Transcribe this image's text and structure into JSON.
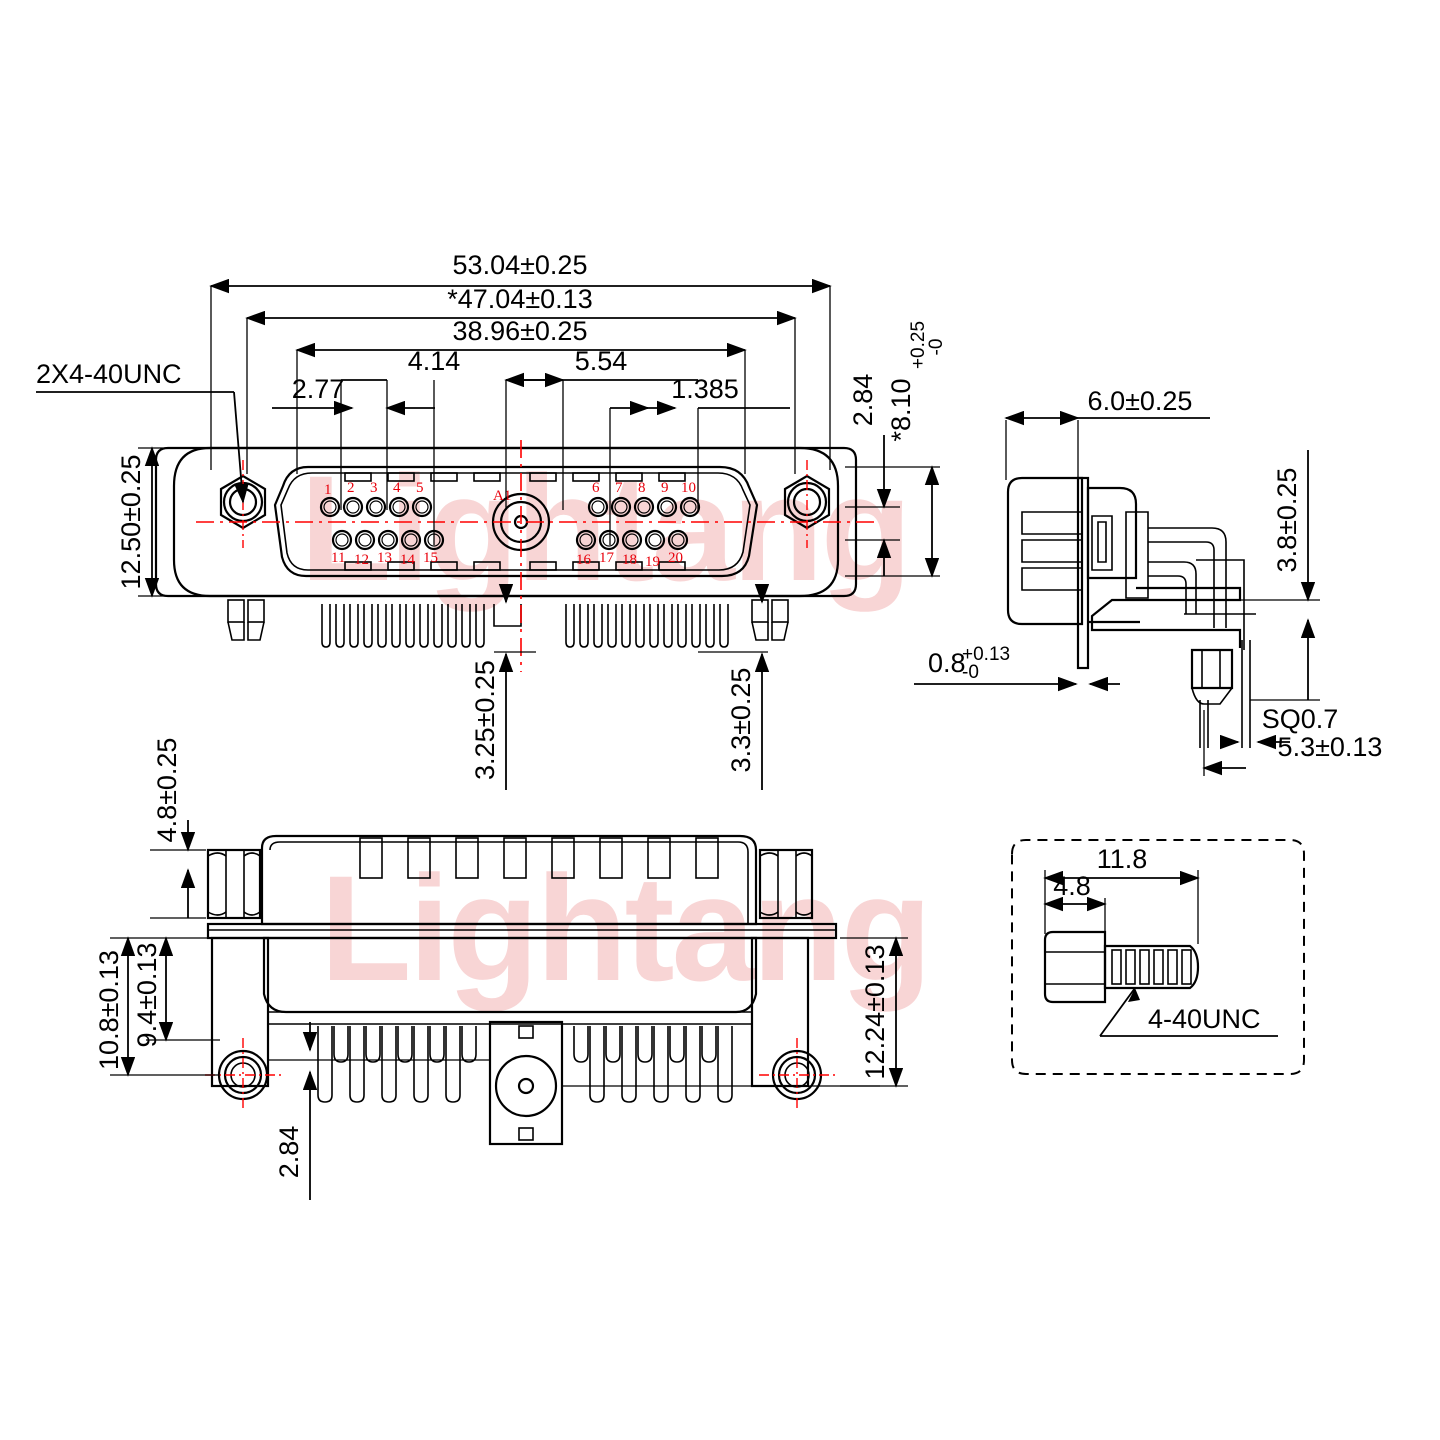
{
  "drawing": {
    "watermark": "Lightang",
    "title": "D-SUB right angle connector technical drawing"
  },
  "front_view": {
    "callout_thread": "2X4-40UNC",
    "dimensions": {
      "overall_width": "53.04±0.25",
      "flange_hole_span": "*47.04±0.13",
      "shell_width": "38.96±0.25",
      "pitch_a": "4.14",
      "pitch_b": "5.54",
      "offset_left": "2.77",
      "offset_right": "1.385",
      "overall_height": "12.50±0.25",
      "row_offset": "2.84",
      "shell_height": "*8.10",
      "shell_height_tol_up": "+0.25",
      "shell_height_tol_dn": "-0",
      "pin_len_center": "3.25±0.25",
      "pin_len_outer": "3.3±0.25"
    },
    "pin_labels_top": [
      "1",
      "2",
      "3",
      "4",
      "5",
      "6",
      "7",
      "8",
      "9",
      "10"
    ],
    "pin_labels_bottom": [
      "11",
      "12",
      "13",
      "14",
      "15",
      "16",
      "17",
      "18",
      "19",
      "20"
    ],
    "coax_label": "A1"
  },
  "side_view": {
    "dimensions": {
      "body_depth": "6.0±0.25",
      "panel_thickness": "0.8",
      "panel_tol_up": "+0.13",
      "panel_tol_dn": "-0",
      "pin_height": "3.8±0.25",
      "pin_square": "SQ0.7",
      "pin_span": "5.3±0.13"
    }
  },
  "bottom_view": {
    "dimensions": {
      "nut_height": "4.8±0.25",
      "total_height": "10.8±0.13",
      "body_height": "9.4±0.13",
      "right_height": "12.24±0.13",
      "pin_row_offset": "2.84"
    }
  },
  "screw_detail": {
    "dimensions": {
      "total_length": "11.8",
      "head_length": "4.8"
    },
    "thread_callout": "4-40UNC"
  }
}
